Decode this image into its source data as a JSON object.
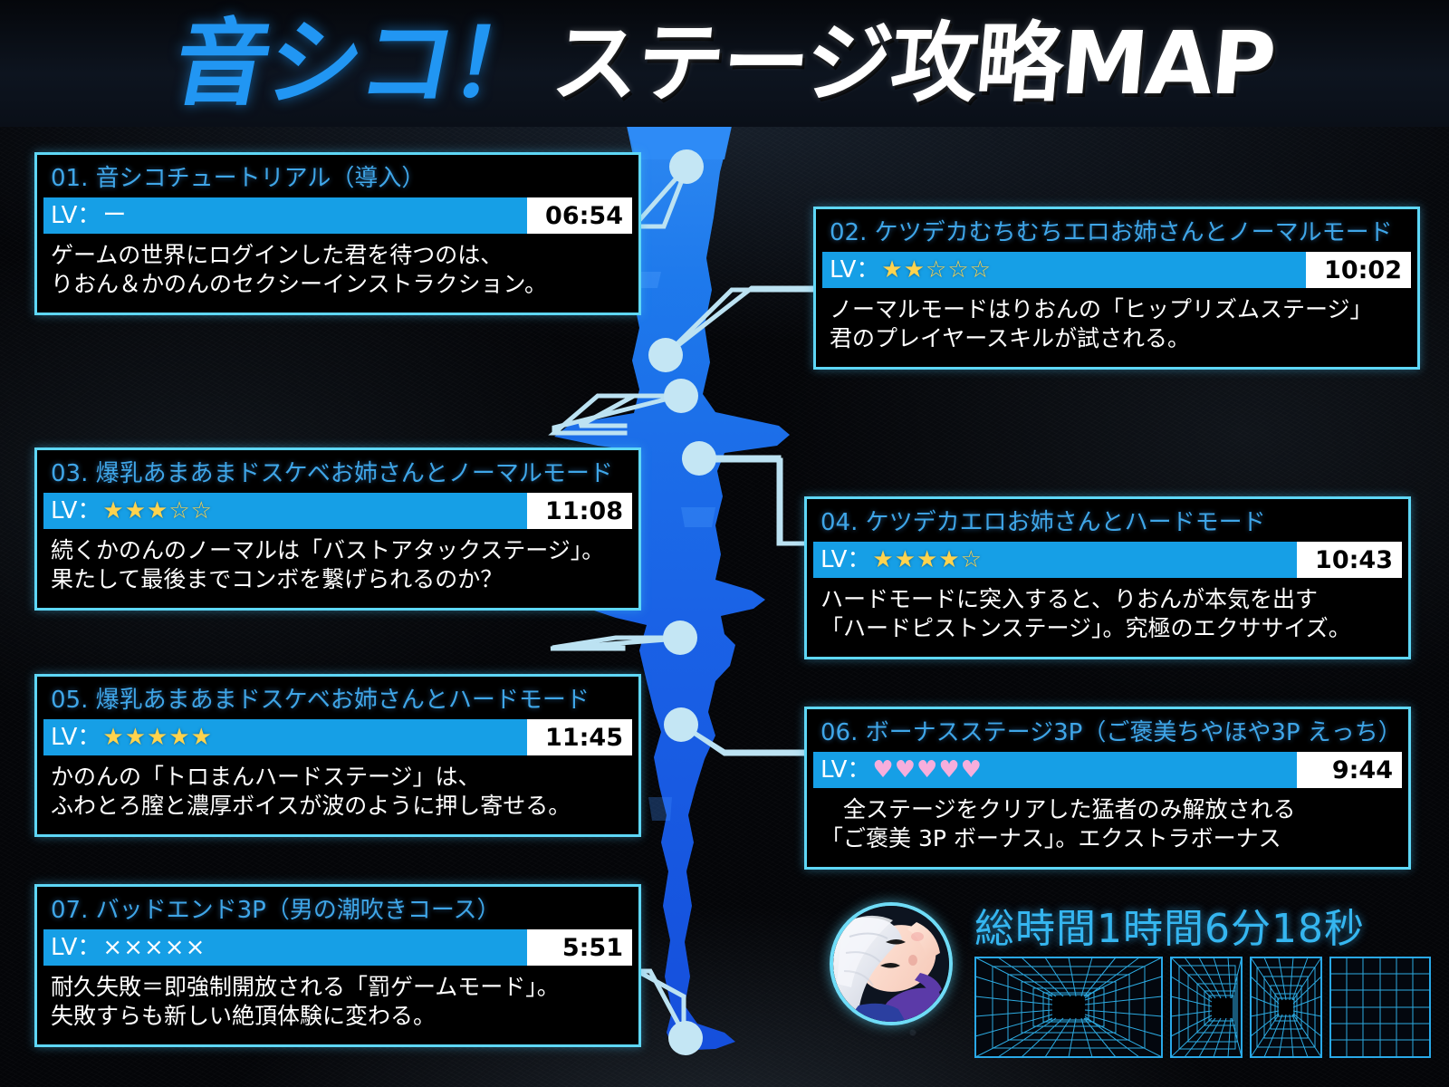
{
  "header": {
    "logo_main": "音シコ！",
    "logo_sub": "ステージ攻略MAP",
    "logo_color": "#2196F3",
    "sub_color": "#FFFFFF"
  },
  "theme": {
    "card_border": "#5ED7F6",
    "card_title": "#3FA6E8",
    "lv_bar": "#169FE6",
    "time_box_bg": "#FFFFFF",
    "time_box_text": "#000000",
    "desc_text": "#FFFFFF",
    "star_filled": "#FFD34D",
    "heart": "#F7AEDC",
    "river": "#1166E8",
    "node": "#BCE2F2",
    "connector": "#BCE2F2"
  },
  "cards": [
    {
      "num": "01.",
      "title": "音シコチュートリアル（導入）",
      "lv_label": "LV：",
      "lv_marks": "ー",
      "lv_mark_kind": "plain",
      "time": "06:54",
      "desc_lines": [
        "ゲームの世界にログインした君を待つのは、",
        "りおん＆かのんのセクシーインストラクション。"
      ]
    },
    {
      "num": "02.",
      "title": "ケツデカむちむちエロお姉さんとノーマルモード",
      "lv_label": "LV：",
      "lv_marks": "★★☆☆☆",
      "lv_mark_kind": "star",
      "stars_filled": 2,
      "stars_total": 5,
      "time": "10:02",
      "desc_lines": [
        "ノーマルモードはりおんの「ヒップリズムステージ」",
        "君のプレイヤースキルが試される。"
      ]
    },
    {
      "num": "03.",
      "title": "爆乳あまあまドスケベお姉さんとノーマルモード",
      "lv_label": "LV：",
      "lv_marks": "★★★☆☆",
      "lv_mark_kind": "star",
      "stars_filled": 3,
      "stars_total": 5,
      "time": "11:08",
      "desc_lines": [
        "続くかのんのノーマルは「バストアタックステージ」。",
        "果たして最後までコンボを繋げられるのか？"
      ]
    },
    {
      "num": "04.",
      "title": "ケツデカエロお姉さんとハードモード",
      "lv_label": "LV：",
      "lv_marks": "★★★★☆",
      "lv_mark_kind": "star",
      "stars_filled": 4,
      "stars_total": 5,
      "time": "10:43",
      "desc_lines": [
        "ハードモードに突入すると、りおんが本気を出す",
        "「ハードピストンステージ」。究極のエクササイズ。"
      ]
    },
    {
      "num": "05.",
      "title": "爆乳あまあまドスケベお姉さんとハードモード",
      "lv_label": "LV：",
      "lv_marks": "★★★★★",
      "lv_mark_kind": "star",
      "stars_filled": 5,
      "stars_total": 5,
      "time": "11:45",
      "desc_lines": [
        "かのんの「トロまんハードステージ」は、",
        "ふわとろ膣と濃厚ボイスが波のように押し寄せる。"
      ]
    },
    {
      "num": "06.",
      "title": "ボーナスステージ3P（ご褒美ちやほや3P えっち）",
      "lv_label": "LV：",
      "lv_marks": "♥♥♥♥♥",
      "lv_mark_kind": "heart",
      "time": "9:44",
      "desc_lines": [
        "　全ステージをクリアした猛者のみ解放される",
        "「ご褒美 3P ボーナス」。エクストラボーナス"
      ]
    },
    {
      "num": "07.",
      "title": "バッドエンド3P（男の潮吹きコース）",
      "lv_label": "LV：",
      "lv_marks": "×××××",
      "lv_mark_kind": "plain",
      "time": "5:51",
      "desc_lines": [
        "耐久失敗＝即強制開放される「罰ゲームモード」。",
        "失敗すらも新しい絶頂体験に変わる。"
      ]
    }
  ],
  "total": {
    "label": "総時間1時間6分18秒",
    "hours": 1,
    "minutes": 6,
    "seconds": 18
  },
  "avatar": {
    "alt": "character-portrait"
  }
}
